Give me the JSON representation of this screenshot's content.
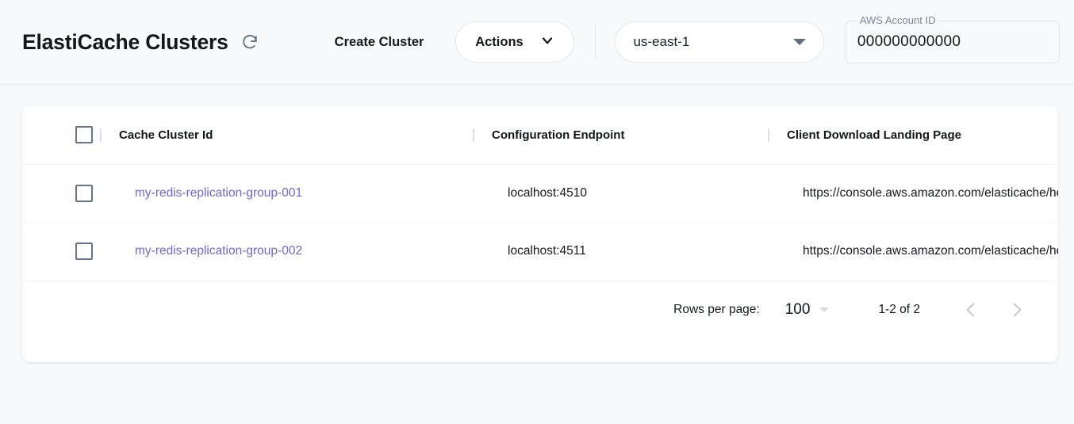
{
  "header": {
    "title": "ElastiCache Clusters",
    "refresh_icon": "refresh-icon",
    "create_cluster_label": "Create Cluster",
    "actions_label": "Actions",
    "actions_icon": "chevron-down-icon",
    "region": {
      "value": "us-east-1",
      "icon": "triangle-down-icon"
    },
    "account": {
      "label": "AWS Account ID",
      "value": "000000000000"
    }
  },
  "table": {
    "columns": [
      {
        "key": "select",
        "label": ""
      },
      {
        "key": "cache_cluster_id",
        "label": "Cache Cluster Id"
      },
      {
        "key": "configuration_endpoint",
        "label": "Configuration Endpoint"
      },
      {
        "key": "client_download_landing_page",
        "label": "Client Download Landing Page"
      }
    ],
    "rows": [
      {
        "cache_cluster_id": "my-redis-replication-group-001",
        "configuration_endpoint": "localhost:4510",
        "client_download_landing_page": "https://console.aws.amazon.com/elasticache/home"
      },
      {
        "cache_cluster_id": "my-redis-replication-group-002",
        "configuration_endpoint": "localhost:4511",
        "client_download_landing_page": "https://console.aws.amazon.com/elasticache/home"
      }
    ]
  },
  "pagination": {
    "rows_per_page_label": "Rows per page:",
    "rows_per_page_value": "100",
    "range_label": "1-2 of 2",
    "prev_icon": "chevron-left-icon",
    "next_icon": "chevron-right-icon"
  },
  "colors": {
    "link": "#6f67d6",
    "page_bg": "#f7f8fa",
    "card_bg": "#ffffff",
    "checkbox_border": "#64748b",
    "text": "#14161c"
  }
}
